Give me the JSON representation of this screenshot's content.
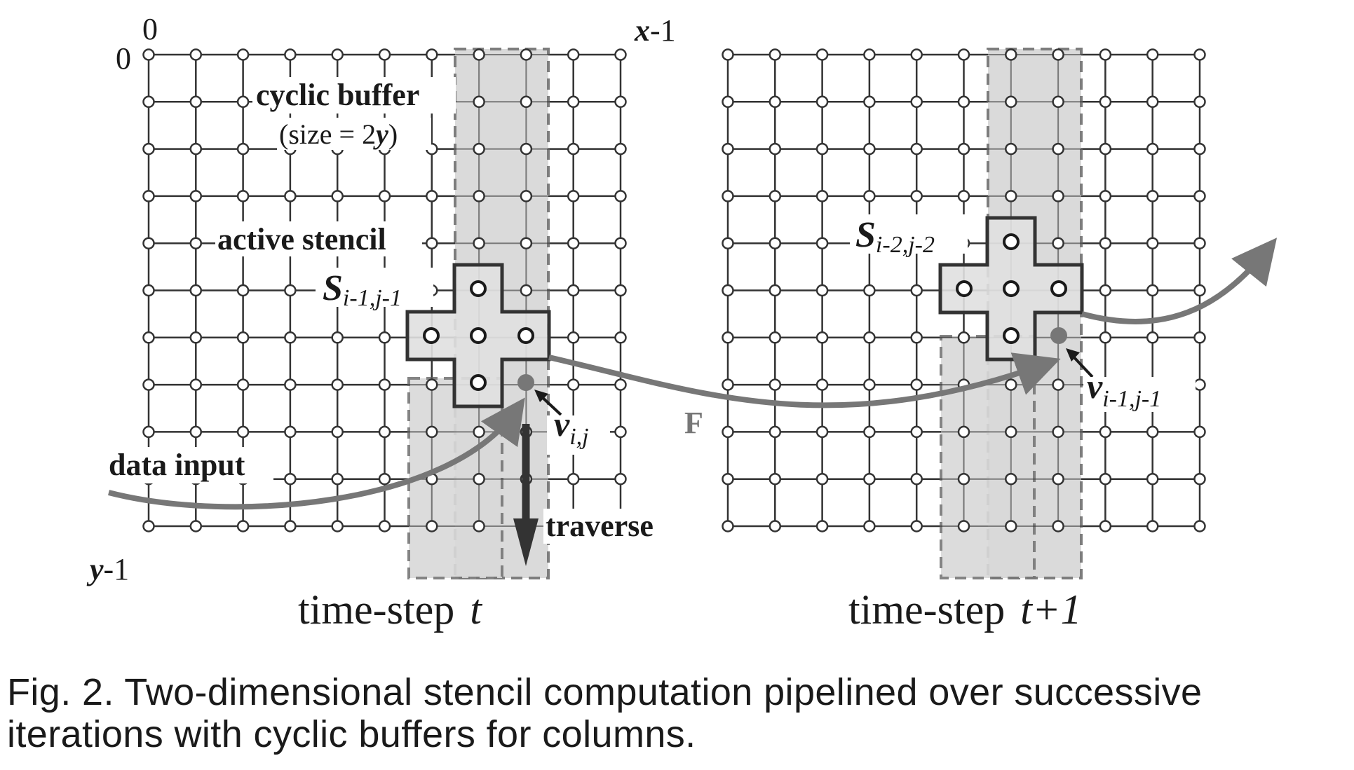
{
  "figure": {
    "labels": {
      "origin_x": "0",
      "origin_y": "0",
      "x_max_var": "x",
      "x_max_suffix": "-1",
      "y_max_var": "y",
      "y_max_suffix": "-1",
      "cyclic_buffer": "cyclic buffer",
      "size_open": "(size = 2",
      "size_var": "y",
      "size_close": ")",
      "active_stencil": "active stencil",
      "s_left_main": "S",
      "s_left_sub": "i-1,j-1",
      "s_right_main": "S",
      "s_right_sub": "i-2,j-2",
      "v_left_main": "v",
      "v_left_sub": "i,j",
      "v_right_main": "v",
      "v_right_sub": "i-1,j-1",
      "data_input": "data input",
      "traverse": "traverse",
      "f_label": "F",
      "timestep_left_text": "time-step",
      "timestep_left_var": "t",
      "timestep_right_text": "time-step",
      "timestep_right_var": "t+1"
    },
    "colors": {
      "grid_line": "#333333",
      "buffer_fill": "#d9d9d9",
      "buffer_border": "#777777",
      "stencil_fill": "#e0e0e0",
      "stencil_border": "#333333",
      "flow_arrow": "#777777",
      "traverse_arrow": "#333333",
      "node_fill": "#ffffff",
      "active_node": "#777777"
    }
  },
  "caption": {
    "line1": "Fig. 2. Two-dimensional stencil computation pipelined over successive",
    "line2": "iterations with cyclic buffers for columns."
  }
}
